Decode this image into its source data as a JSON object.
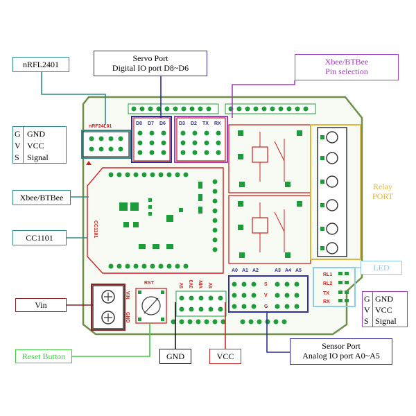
{
  "callouts": {
    "nrf": "nRFL2401",
    "servo_line1": "Servo Port",
    "servo_line2": "Digital IO port D8~D6",
    "xbee_sel_line1": "Xbee/BTBee",
    "xbee_sel_line2": "Pin selection",
    "xbee": "Xbee/BTBee",
    "cc1101": "CC1101",
    "vin": "Vin",
    "reset": "Reset Button",
    "gnd": "GND",
    "vcc": "VCC",
    "relay_line1": "Relay",
    "relay_line2": "PORT",
    "led": "LED",
    "sensor_line1": "Sensor Port",
    "sensor_line2": "Analog IO port A0~A5"
  },
  "legend_left": {
    "letters": [
      "G",
      "V",
      "S"
    ],
    "labels": [
      "GND",
      "VCC",
      "Signal"
    ]
  },
  "legend_right": {
    "letters": [
      "G",
      "V",
      "S"
    ],
    "labels": [
      "GND",
      "VCC",
      "Signal"
    ]
  },
  "board": {
    "nrf_label": "nRF24L01",
    "digital_labels": [
      "D8",
      "D7",
      "D6"
    ],
    "serial_labels": [
      "D3",
      "D2",
      "TX",
      "RX"
    ],
    "analog_labels_left": [
      "A0",
      "A1",
      "A2"
    ],
    "analog_labels_right": [
      "A3",
      "A4",
      "A5"
    ],
    "svg_labels": [
      "S",
      "V",
      "G"
    ],
    "rst": "RST",
    "vin_pin": "VIN",
    "gnd_pin": "GND",
    "cc1101_pcb": "CC1101",
    "led_labels": [
      "RL1",
      "RL2",
      "TX",
      "RX"
    ],
    "power_pins": [
      "5V",
      "3V3",
      "VIN",
      "5V"
    ]
  },
  "colors": {
    "board_fill": "#f7fbf3",
    "board_edge": "#6e8f47",
    "silk_red": "#d21f1f",
    "copper_green": "#1d9c3a",
    "nrf_box": "#2d8a8a",
    "servo_box": "#2c2c9c",
    "xbee_sel_box": "#a53bbf",
    "xbee_box": "#2d8a8a",
    "cc_box": "#2d8a8a",
    "vin_box": "#8b2020",
    "reset_box": "#3ec93e",
    "gnd_box": "#111111",
    "vcc_box": "#c62828",
    "relay_box": "#e0b53a",
    "led_box": "#8ecbe8",
    "sensor_box": "#2c2c9c"
  }
}
